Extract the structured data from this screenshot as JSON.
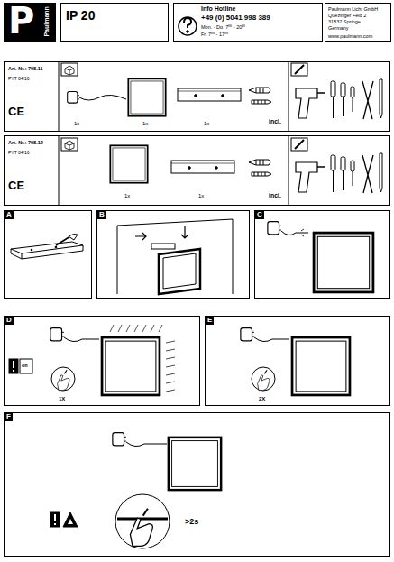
{
  "diagram": {
    "nodes": [
      {
        "text": [
          "P",
          "Paulmann"
        ]
      },
      {
        "text": [
          "IP 20"
        ]
      },
      {
        "text": [
          "Info Hotline",
          "+49 (0) 5041 998 389",
          "Mon. - Do.  7⁰⁰ - 20⁰⁰",
          "Fr.  7⁰⁰ - 17⁰⁰"
        ]
      },
      {
        "text": [
          "Paulmann Licht GmbH",
          "Quezinger Feld 2",
          "31832 Springe",
          "Germany",
          "www.paulmann.com"
        ]
      },
      {
        "text": [
          "Art.-Nr.: 708.11",
          "PYT 04/16",
          "CE"
        ]
      },
      {
        "text": [
          "Art.-Nr.: 708.12",
          "PYT 04/16",
          "CE"
        ]
      },
      {
        "text": [
          "A"
        ]
      },
      {
        "text": [
          "B"
        ]
      },
      {
        "text": [
          "C"
        ]
      },
      {
        "text": [
          "D",
          "on",
          "1X"
        ]
      },
      {
        "text": [
          "E",
          "2X"
        ]
      },
      {
        "text": [
          "F",
          ">2s"
        ]
      }
    ],
    "labels": [
      "1x",
      "1x",
      "1x",
      "incl.",
      "1x",
      "1x",
      "incl."
    ]
  }
}
